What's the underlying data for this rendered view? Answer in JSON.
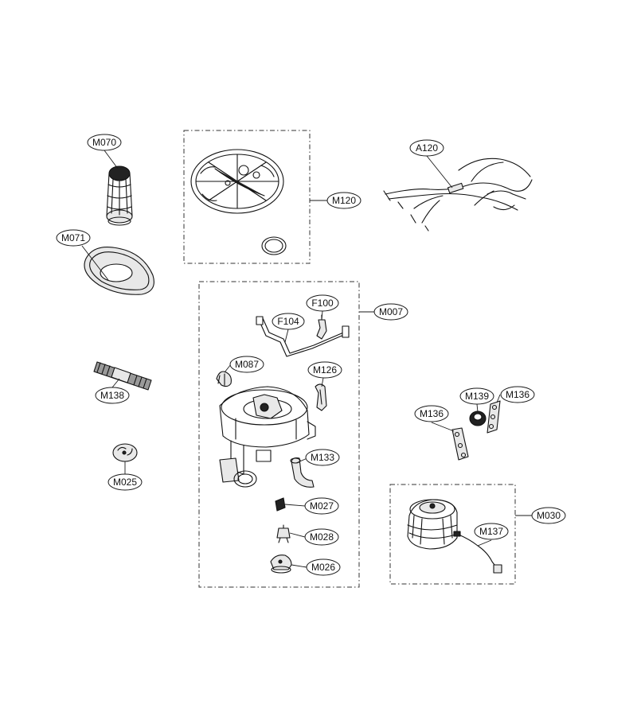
{
  "callouts": {
    "M070": "M070",
    "M071": "M071",
    "M138": "M138",
    "M025": "M025",
    "M120": "M120",
    "A120": "A120",
    "M007": "M007",
    "F100": "F100",
    "F104": "F104",
    "M087": "M087",
    "M126": "M126",
    "M133": "M133",
    "M027": "M027",
    "M028": "M028",
    "M026": "M026",
    "M139": "M139",
    "M136a": "M136",
    "M136b": "M136",
    "M030": "M030",
    "M137": "M137"
  },
  "colors": {
    "line": "#111111",
    "background": "#ffffff"
  }
}
